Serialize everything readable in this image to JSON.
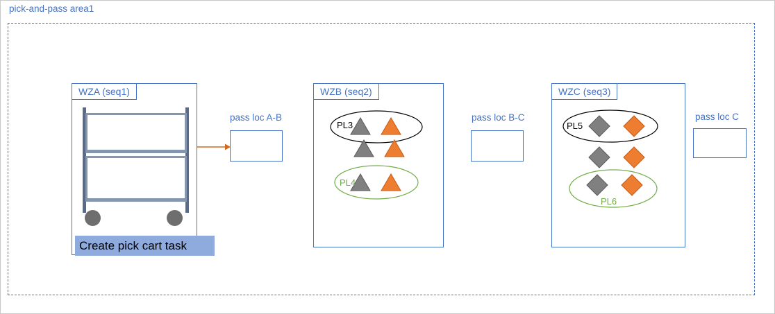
{
  "area": {
    "title": "pick-and-pass area1"
  },
  "zones": {
    "wza": {
      "title": "WZA (seq1)",
      "task_label": "Create pick cart task"
    },
    "wzb": {
      "title": "WZB (seq2)",
      "shape": "triangle",
      "rows": [
        {
          "group": "PL3",
          "group_outline": "black",
          "items": [
            "gray",
            "orange"
          ]
        },
        {
          "group": "",
          "group_outline": "",
          "items": [
            "gray",
            "orange"
          ]
        },
        {
          "group": "PL4",
          "group_outline": "green",
          "items": [
            "gray",
            "orange"
          ]
        }
      ]
    },
    "wzc": {
      "title": "WZC (seq3)",
      "shape": "diamond",
      "rows": [
        {
          "group": "PL5",
          "group_outline": "black",
          "items": [
            "gray",
            "orange"
          ]
        },
        {
          "group": "",
          "group_outline": "",
          "items": [
            "gray",
            "orange"
          ]
        },
        {
          "group": "PL6",
          "group_outline": "green",
          "items": [
            "gray",
            "orange"
          ]
        }
      ]
    }
  },
  "pass_locations": [
    {
      "label": "pass loc A-B"
    },
    {
      "label": "pass loc B-C"
    },
    {
      "label": "pass loc C"
    }
  ],
  "colors": {
    "blue": "#4472C4",
    "orange": "#ED7D31",
    "orange_dark": "#C55A11",
    "gray": "#808080",
    "gray_dark": "#595959",
    "green": "#70AD47",
    "highlight": "#8FAADC",
    "cart_frame": "#8496B0",
    "cart_post": "#5A6B8A",
    "wheel": "#6E6E6E",
    "arrow": "#D2691E"
  }
}
